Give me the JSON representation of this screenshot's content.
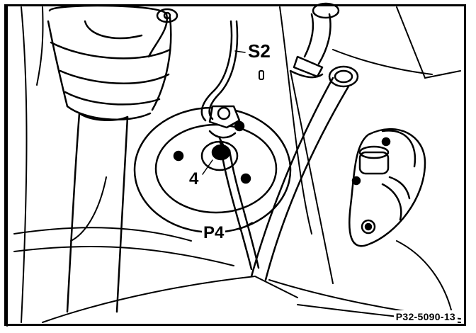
{
  "figure": {
    "code": "P32-5090-13",
    "callouts": {
      "s2": "S2",
      "n4": "4",
      "p4": "P4"
    }
  },
  "icons": [
    "driveshaft-boot-icon",
    "strut-mount-plate-icon",
    "hose-icon",
    "flex-coupling-icon"
  ]
}
